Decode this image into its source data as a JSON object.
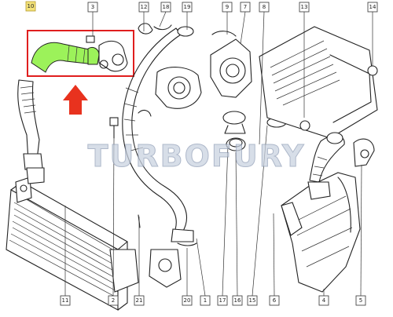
{
  "callouts_top": [
    {
      "id": "top-10",
      "label": "10",
      "highlighted": true
    },
    {
      "id": "top-3",
      "label": "3"
    },
    {
      "id": "top-12",
      "label": "12"
    },
    {
      "id": "top-18",
      "label": "18"
    },
    {
      "id": "top-19",
      "label": "19"
    },
    {
      "id": "top-9",
      "label": "9"
    },
    {
      "id": "top-7",
      "label": "7"
    },
    {
      "id": "top-8",
      "label": "8"
    },
    {
      "id": "top-13",
      "label": "13"
    },
    {
      "id": "top-14",
      "label": "14"
    }
  ],
  "callouts_bottom": [
    {
      "id": "bot-11",
      "label": "11"
    },
    {
      "id": "bot-2",
      "label": "2"
    },
    {
      "id": "bot-21",
      "label": "21"
    },
    {
      "id": "bot-20",
      "label": "20"
    },
    {
      "id": "bot-1",
      "label": "1"
    },
    {
      "id": "bot-17",
      "label": "17"
    },
    {
      "id": "bot-16",
      "label": "16"
    },
    {
      "id": "bot-15",
      "label": "15"
    },
    {
      "id": "bot-6",
      "label": "6"
    },
    {
      "id": "bot-4",
      "label": "4"
    },
    {
      "id": "bot-5",
      "label": "5"
    }
  ],
  "watermark": "TURBOFURY",
  "colors": {
    "highlight_hose": "#9cf25a",
    "highlight_frame": "#e01e1e",
    "arrow": "#e8321e",
    "callout_highlight": "#f3e27a",
    "watermark_fill": "#c9d2e0",
    "line": "#222222"
  }
}
